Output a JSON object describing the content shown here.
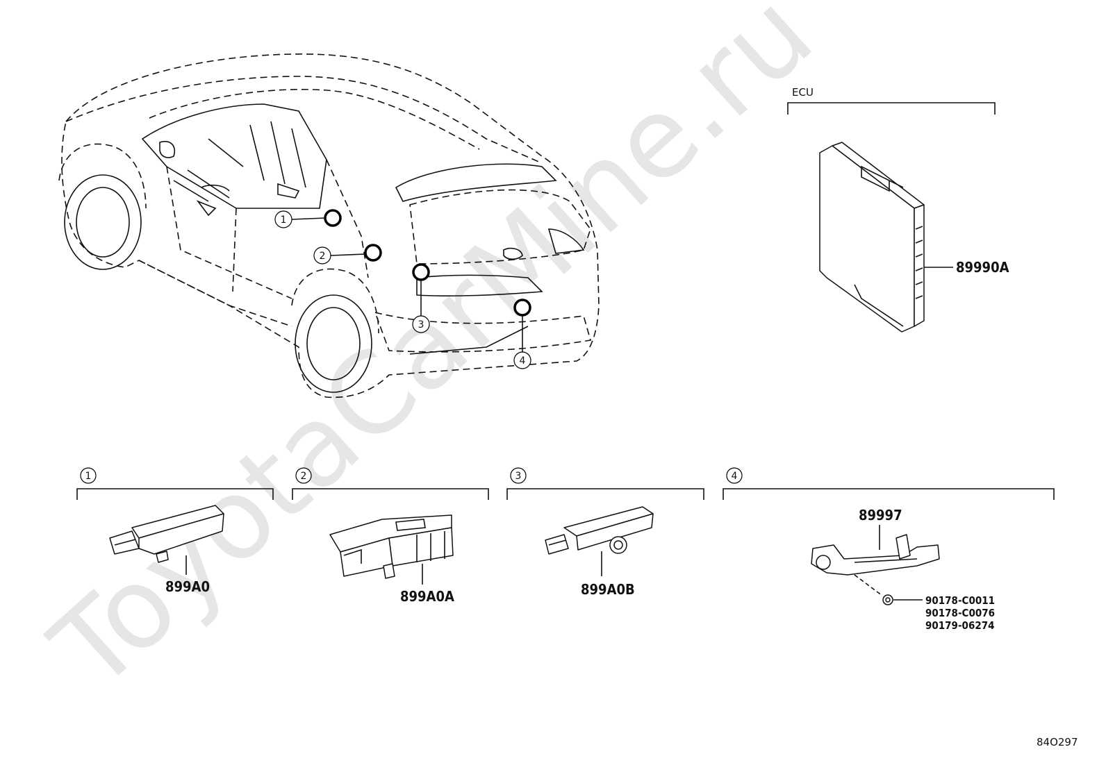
{
  "watermark": "ToyotaCarMine.ru",
  "ecu": {
    "group_label": "ECU",
    "part_number": "89990A"
  },
  "callouts": [
    {
      "number": "1"
    },
    {
      "number": "2"
    },
    {
      "number": "3"
    },
    {
      "number": "4"
    }
  ],
  "groups": [
    {
      "number": "1",
      "parts": [
        "899A0"
      ]
    },
    {
      "number": "2",
      "parts": [
        "899A0A"
      ]
    },
    {
      "number": "3",
      "parts": [
        "899A0B"
      ]
    },
    {
      "number": "4",
      "parts": [
        "89997"
      ],
      "fasteners": [
        "90178-C0011",
        "90178-C0076",
        "90179-06274"
      ]
    }
  ],
  "diagram_code": "84O297"
}
